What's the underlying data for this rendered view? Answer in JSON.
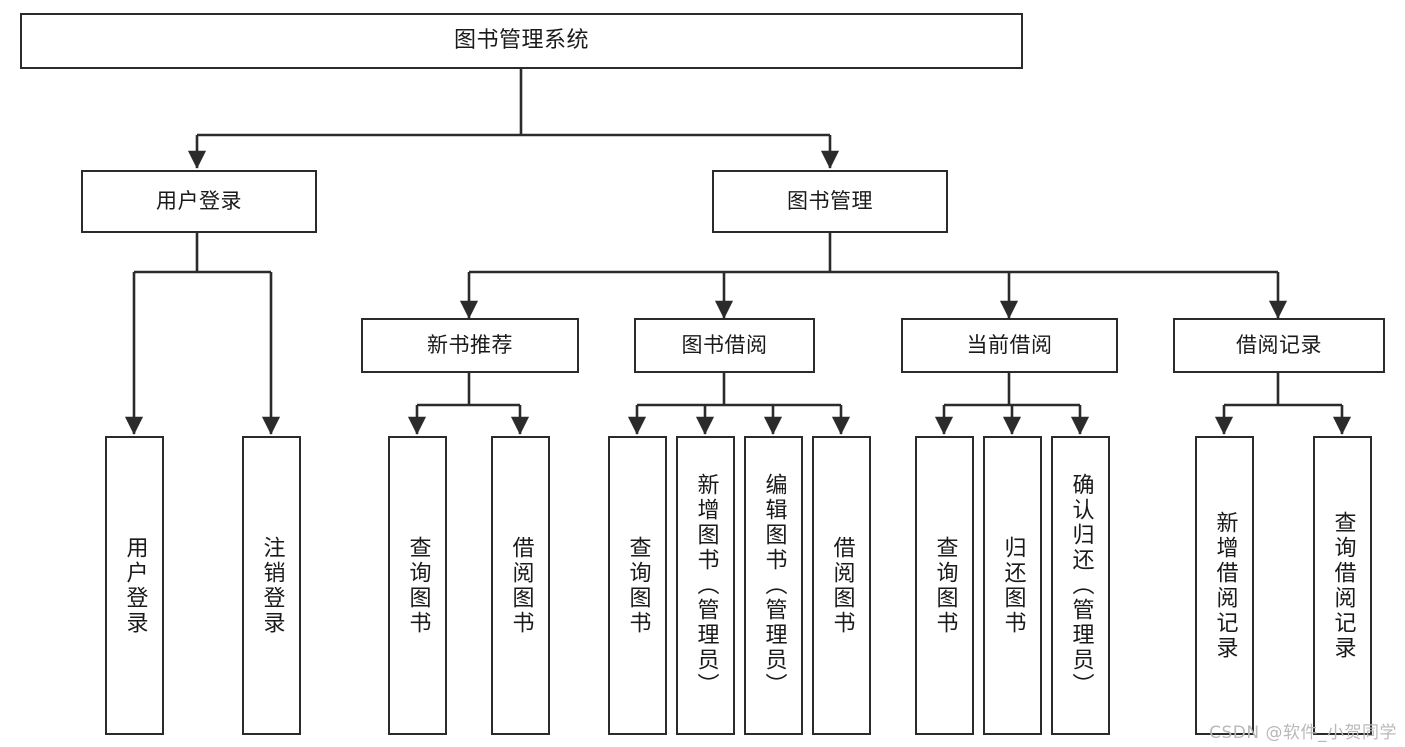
{
  "diagram": {
    "title": "图书管理系统",
    "watermark": "CSDN @软件_小贺同学",
    "line_color": "#2b2b2b",
    "box_fill": "#ffffff",
    "text_color": "#1a1a1a",
    "levels": {
      "root": {
        "label": "图书管理系统"
      },
      "level2": [
        {
          "label": "用户登录"
        },
        {
          "label": "图书管理"
        }
      ],
      "level3": [
        {
          "label": "新书推荐"
        },
        {
          "label": "图书借阅"
        },
        {
          "label": "当前借阅"
        },
        {
          "label": "借阅记录"
        }
      ],
      "leaves": {
        "user_login": [
          {
            "label": "用户登录"
          },
          {
            "label": "注销登录"
          }
        ],
        "new_book_recommend": [
          {
            "label": "查询图书"
          },
          {
            "label": "借阅图书"
          }
        ],
        "book_borrow": [
          {
            "label": "查询图书"
          },
          {
            "label": "新增图书（管理员）"
          },
          {
            "label": "编辑图书（管理员）"
          },
          {
            "label": "借阅图书"
          }
        ],
        "current_borrow": [
          {
            "label": "查询图书"
          },
          {
            "label": "归还图书"
          },
          {
            "label": "确认归还（管理员）"
          }
        ],
        "borrow_record": [
          {
            "label": "新增借阅记录"
          },
          {
            "label": "查询借阅记录"
          }
        ]
      }
    }
  },
  "chart_data": {
    "type": "tree",
    "title": "图书管理系统",
    "orientation": "top-down",
    "nodes": [
      {
        "id": "root",
        "label": "图书管理系统",
        "level": 0,
        "parent": null
      },
      {
        "id": "user-login",
        "label": "用户登录",
        "level": 1,
        "parent": "root"
      },
      {
        "id": "book-management",
        "label": "图书管理",
        "level": 1,
        "parent": "root"
      },
      {
        "id": "user-login-leaf",
        "label": "用户登录",
        "level": 2,
        "parent": "user-login"
      },
      {
        "id": "logout-leaf",
        "label": "注销登录",
        "level": 2,
        "parent": "user-login"
      },
      {
        "id": "new-book-recommend",
        "label": "新书推荐",
        "level": 2,
        "parent": "book-management"
      },
      {
        "id": "book-borrow",
        "label": "图书借阅",
        "level": 2,
        "parent": "book-management"
      },
      {
        "id": "current-borrow",
        "label": "当前借阅",
        "level": 2,
        "parent": "book-management"
      },
      {
        "id": "borrow-record",
        "label": "借阅记录",
        "level": 2,
        "parent": "book-management"
      },
      {
        "id": "nbr-query",
        "label": "查询图书",
        "level": 3,
        "parent": "new-book-recommend"
      },
      {
        "id": "nbr-borrow",
        "label": "借阅图书",
        "level": 3,
        "parent": "new-book-recommend"
      },
      {
        "id": "bb-query",
        "label": "查询图书",
        "level": 3,
        "parent": "book-borrow"
      },
      {
        "id": "bb-add",
        "label": "新增图书（管理员）",
        "level": 3,
        "parent": "book-borrow"
      },
      {
        "id": "bb-edit",
        "label": "编辑图书（管理员）",
        "level": 3,
        "parent": "book-borrow"
      },
      {
        "id": "bb-borrow",
        "label": "借阅图书",
        "level": 3,
        "parent": "book-borrow"
      },
      {
        "id": "cb-query",
        "label": "查询图书",
        "level": 3,
        "parent": "current-borrow"
      },
      {
        "id": "cb-return",
        "label": "归还图书",
        "level": 3,
        "parent": "current-borrow"
      },
      {
        "id": "cb-confirm",
        "label": "确认归还（管理员）",
        "level": 3,
        "parent": "current-borrow"
      },
      {
        "id": "br-add",
        "label": "新增借阅记录",
        "level": 3,
        "parent": "borrow-record"
      },
      {
        "id": "br-query",
        "label": "查询借阅记录",
        "level": 3,
        "parent": "borrow-record"
      }
    ]
  }
}
